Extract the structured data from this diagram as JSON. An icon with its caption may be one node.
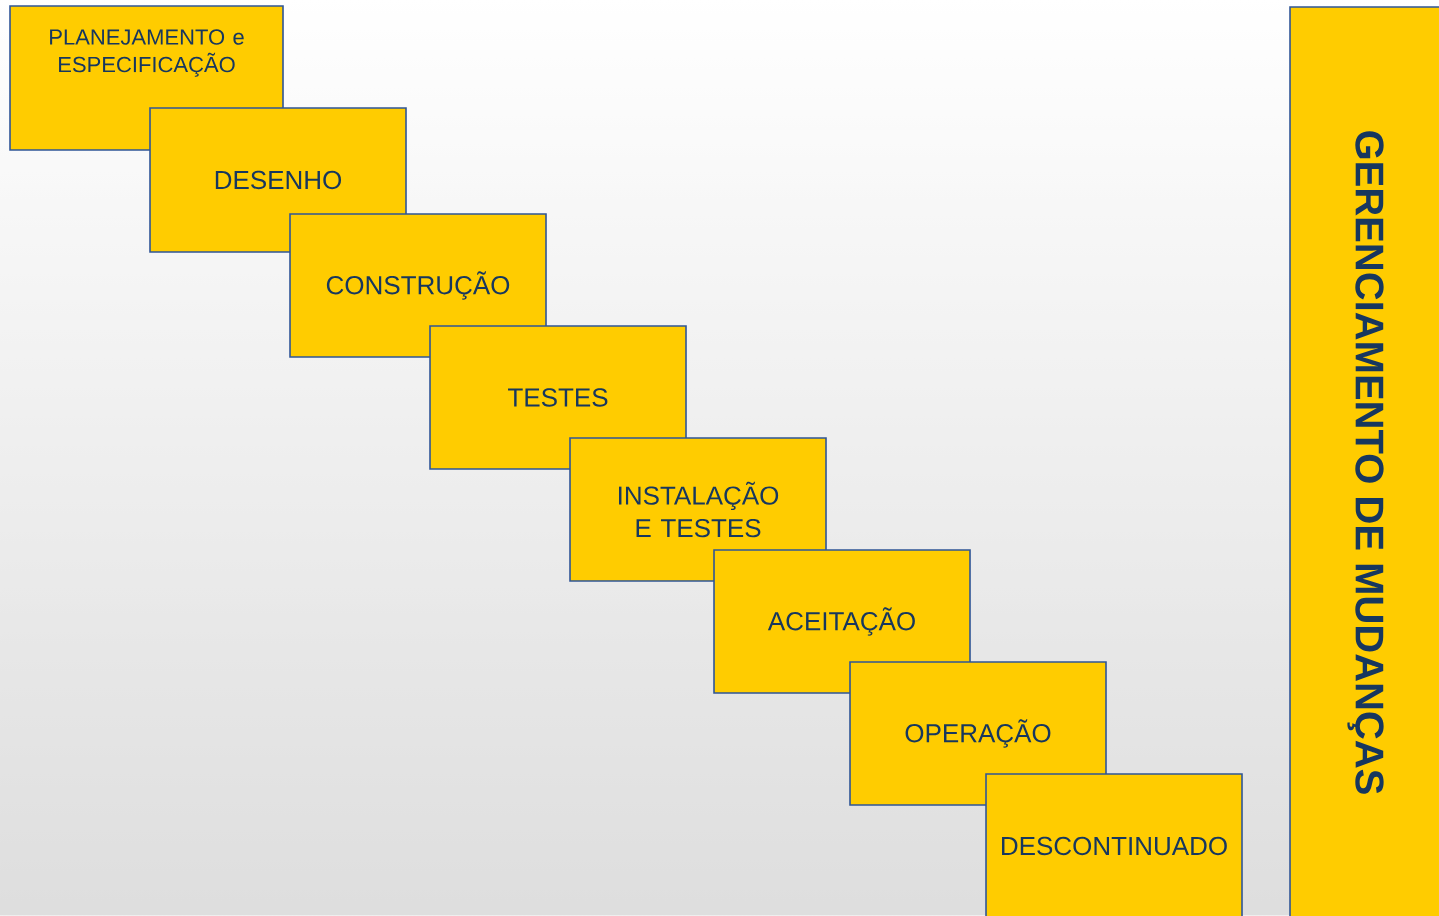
{
  "diagram": {
    "nodes": [
      {
        "text": [
          "PLANEJAMENTO e ESPECIFICAÇÃO"
        ]
      },
      {
        "text": [
          "DESENHO"
        ]
      },
      {
        "text": [
          "CONSTRUÇÃO"
        ]
      },
      {
        "text": [
          "TESTES"
        ]
      },
      {
        "text": [
          "INSTALAÇÃO E TESTES"
        ]
      },
      {
        "text": [
          "ACEITAÇÃO"
        ]
      },
      {
        "text": [
          "OPERAÇÃO"
        ]
      },
      {
        "text": [
          "DESCONTINUADO"
        ]
      },
      {
        "text": [
          "GERENCIAMENTO DE MUDANÇAS"
        ]
      }
    ]
  }
}
